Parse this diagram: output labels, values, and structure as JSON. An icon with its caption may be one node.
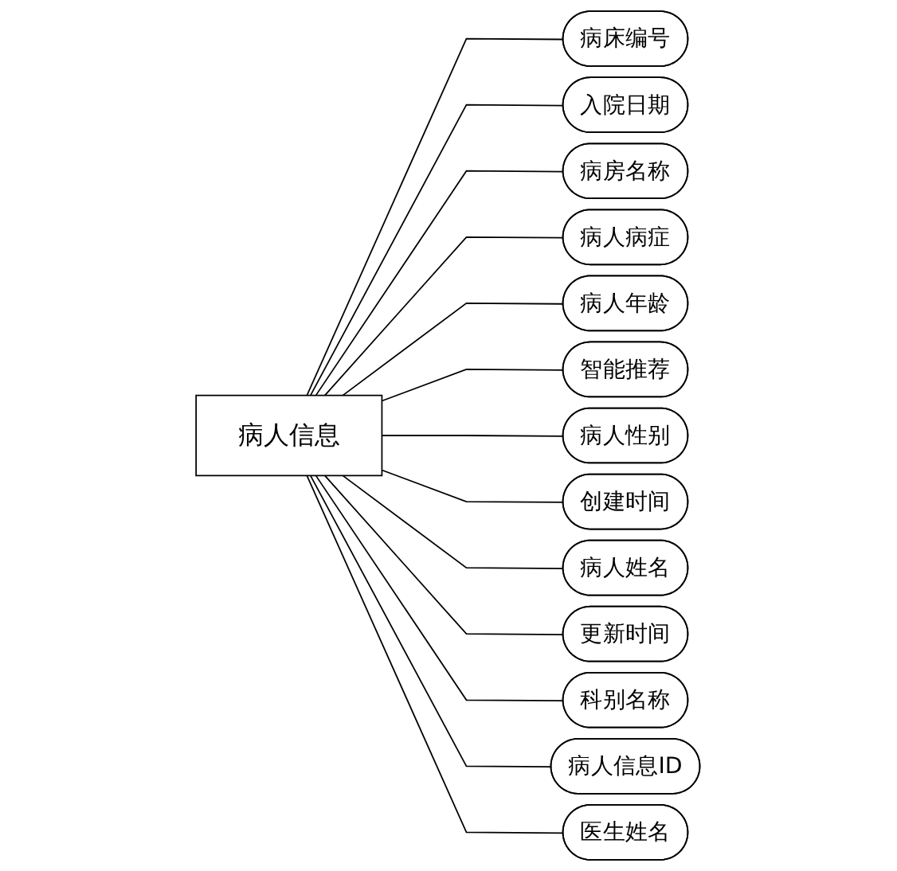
{
  "diagram": {
    "nodes": [
      {
        "text": [
          "病床编号"
        ]
      },
      {
        "text": [
          "入院日期"
        ]
      },
      {
        "text": [
          "病房名称"
        ]
      },
      {
        "text": [
          "病人病症"
        ]
      },
      {
        "text": [
          "病人年龄"
        ]
      },
      {
        "text": [
          "智能推荐"
        ]
      },
      {
        "text": [
          "病人性别"
        ]
      },
      {
        "text": [
          "创建时间"
        ]
      },
      {
        "text": [
          "病人姓名"
        ]
      },
      {
        "text": [
          "更新时间"
        ]
      },
      {
        "text": [
          "科别名称"
        ]
      },
      {
        "text": [
          "病人信息ID"
        ]
      },
      {
        "text": [
          "医生姓名"
        ]
      },
      {
        "text": [
          "病人信息"
        ]
      }
    ],
    "edges": [
      {
        "from": 13,
        "to": 0,
        "arrow": "none"
      },
      {
        "from": 13,
        "to": 1,
        "arrow": "none"
      },
      {
        "from": 13,
        "to": 2,
        "arrow": "none"
      },
      {
        "from": 13,
        "to": 3,
        "arrow": "none"
      },
      {
        "from": 13,
        "to": 4,
        "arrow": "none"
      },
      {
        "from": 13,
        "to": 5,
        "arrow": "none"
      },
      {
        "from": 13,
        "to": 6,
        "arrow": "none"
      },
      {
        "from": 13,
        "to": 7,
        "arrow": "none"
      },
      {
        "from": 13,
        "to": 8,
        "arrow": "none"
      },
      {
        "from": 13,
        "to": 9,
        "arrow": "none"
      },
      {
        "from": 13,
        "to": 10,
        "arrow": "none"
      },
      {
        "from": 13,
        "to": 11,
        "arrow": "none"
      },
      {
        "from": 13,
        "to": 12,
        "arrow": "none"
      }
    ]
  }
}
